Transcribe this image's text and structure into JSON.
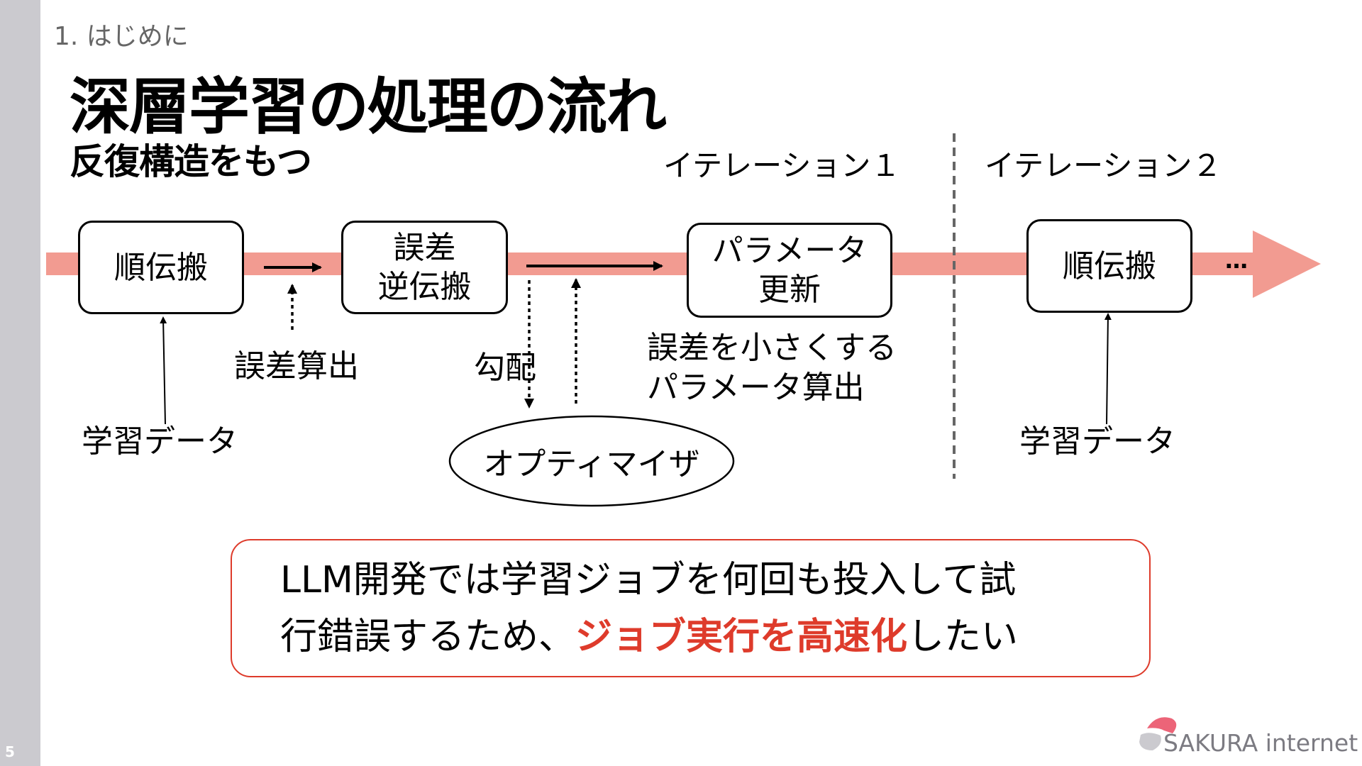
{
  "slide": {
    "page_number": "5",
    "section": "1. はじめに",
    "title": "深層学習の処理の流れ",
    "subtitle": "反復構造をもつ"
  },
  "diagram": {
    "iterations": [
      {
        "label": "イテレーション１"
      },
      {
        "label": "イテレーション２"
      }
    ],
    "steps": {
      "forward1": {
        "label": "順伝搬"
      },
      "backprop": {
        "line1": "誤差",
        "line2": "逆伝搬"
      },
      "update": {
        "line1": "パラメータ",
        "line2": "更新"
      },
      "forward2": {
        "label": "順伝搬"
      }
    },
    "annotations": {
      "training_data_1": "学習データ",
      "error_calc": "誤差算出",
      "gradient": "勾配",
      "param_calc_line1": "誤差を小さくする",
      "param_calc_line2": "パラメータ算出",
      "training_data_2": "学習データ",
      "continuation": "…"
    },
    "optimizer": {
      "label": "オプティマイザ"
    },
    "colors": {
      "flow_band": "#f29b91",
      "divider": "#666666"
    }
  },
  "callout": {
    "line1": "LLM開発では学習ジョブを何回も投入して試",
    "line2_prefix": "行錯誤するため、",
    "line2_highlight": "ジョブ実行を高速化",
    "line2_suffix": "したい",
    "accent_color": "#de3b2b"
  },
  "logo": {
    "text": "SAKURA internet"
  }
}
